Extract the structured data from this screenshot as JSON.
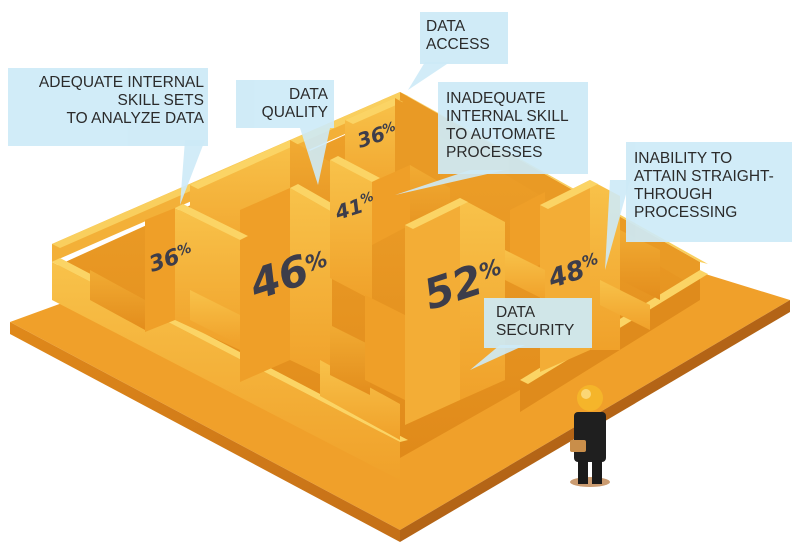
{
  "callouts": {
    "skill_sets": {
      "lines": [
        "ADEQUATE INTERNAL",
        "SKILL SETS",
        "TO ANALYZE DATA"
      ]
    },
    "data_quality": {
      "lines": [
        "DATA",
        "QUALITY"
      ]
    },
    "data_access": {
      "lines": [
        "DATA",
        "ACCESS"
      ]
    },
    "automate": {
      "lines": [
        "INADEQUATE",
        "INTERNAL SKILL",
        "TO AUTOMATE",
        "PROCESSES"
      ]
    },
    "straight_through": {
      "lines": [
        "INABILITY TO",
        "ATTAIN STRAIGHT-",
        "THROUGH",
        "PROCESSING"
      ]
    },
    "data_security": {
      "lines": [
        "DATA",
        "SECURITY"
      ]
    }
  },
  "percentages": {
    "skill_sets": "36",
    "data_quality": "46",
    "data_access": "36",
    "automate": "41",
    "security": "52",
    "straight_through": "48",
    "symbol": "%"
  },
  "colors": {
    "wall_top": "#f7c547",
    "wall_front": "#f2a623",
    "wall_side": "#e8901d",
    "floor": "#e8921c",
    "base_left": "#d9801a",
    "base_right": "#b8651a",
    "callout": "#cdeaf7",
    "figure_head": "#f5b52a",
    "figure_body": "#1f1f1f"
  },
  "icons": {
    "figure": "person-figure-icon"
  }
}
